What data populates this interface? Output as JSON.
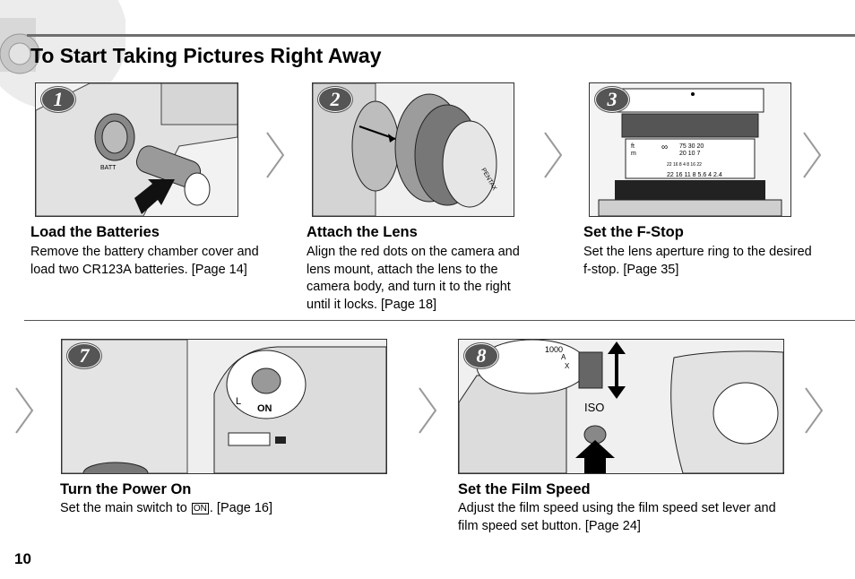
{
  "page": {
    "title": "To Start Taking Pictures Right Away",
    "number": "10"
  },
  "steps": [
    {
      "number": "1",
      "title": "Load the Batteries",
      "body": "Remove the battery chamber cover and load two CR123A batteries. [Page 14]",
      "illustration_text": [
        "BATT"
      ]
    },
    {
      "number": "2",
      "title": "Attach the Lens",
      "body": "Align the red dots on the camera and lens mount, attach the lens to the camera body, and turn it to the right until it locks. [Page 18]",
      "illustration_text": [
        "PENTAX"
      ]
    },
    {
      "number": "3",
      "title": "Set the F-Stop",
      "body": "Set the lens aperture ring to the desired f-stop. [Page 35]",
      "illustration_text": [
        "ft",
        "m",
        "∞",
        "75 30 20",
        "20 10 7",
        "22 16 8 4 8 16 22",
        "22 16 11 8 5.6 4 2.4"
      ]
    },
    {
      "number": "7",
      "title": "Turn the Power On",
      "body_before": "Set the main switch to",
      "body_symbol": "ON",
      "body_after": ". [Page 16]",
      "illustration_text": [
        "L",
        "ON"
      ]
    },
    {
      "number": "8",
      "title": "Set the Film Speed",
      "body": "Adjust the film speed using the film speed set lever and film speed set button. [Page 24]",
      "illustration_text": [
        "ISO",
        "1000",
        "A",
        "X"
      ]
    }
  ],
  "icons": [
    "next-step-arrow-icon"
  ],
  "colors": {
    "rule": "#6e6e6e",
    "badge": "#555555",
    "arrow": "#9a9a9a"
  }
}
